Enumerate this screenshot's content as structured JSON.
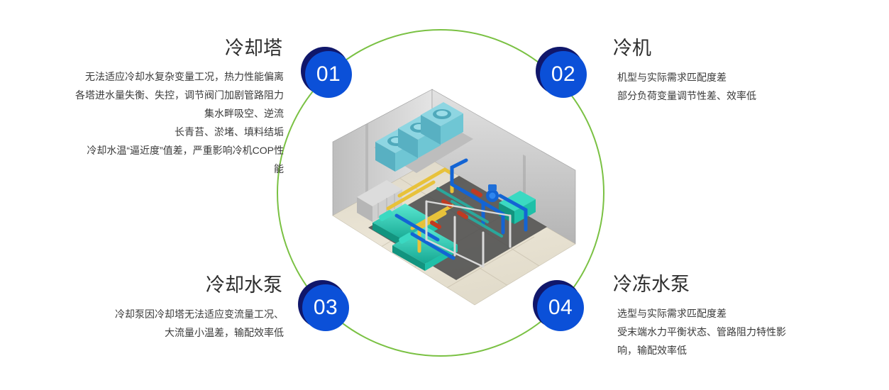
{
  "theme": {
    "ring_color": "#7ac143",
    "badge_fill": "#0b50d8",
    "badge_shadow": "#10176b",
    "badge_text": "#ffffff",
    "title_color": "#2e2e2e",
    "body_color": "#3a3a3a",
    "background": "#ffffff"
  },
  "illustration": {
    "name": "central-machine-room-3d",
    "description": "3D cutaway of a chiller plant room with cooling towers on the roof, chillers, pumps and colored piping",
    "colors": {
      "wall": "#c9c9c9",
      "wall_shade": "#a9a9a9",
      "floor": "#e6e0d2",
      "floor_line": "#cdc5b3",
      "platform": "#4a4a4a",
      "tower": "#6fc6d4",
      "tower_top": "#8ed6e2",
      "pump": "#2fd6bd",
      "pipe_blue": "#1364d4",
      "pipe_yellow": "#e8c23a",
      "pipe_red": "#c03a22",
      "pipe_teal": "#2aa79b",
      "frame": "#d9d9d9"
    }
  },
  "nodes": [
    {
      "id": "01",
      "number": "01",
      "key": "cooling-tower",
      "title": "冷却塔",
      "lines": [
        "无法适应冷却水复杂变量工况，热力性能偏离",
        "各塔进水量失衡、失控，调节阀门加剧管路阻力",
        "集水畔吸空、逆流",
        "长青苔、淤堵、填料结垢",
        "冷却水温“逼近度”值差，严重影响冷机COP性",
        "能"
      ]
    },
    {
      "id": "02",
      "number": "02",
      "key": "chiller",
      "title": "冷机",
      "lines": [
        "机型与实际需求匹配度差",
        "部分负荷变量调节性差、效率低"
      ]
    },
    {
      "id": "03",
      "number": "03",
      "key": "cooling-water-pump",
      "title": "冷却水泵",
      "lines": [
        "冷却泵因冷却塔无法适应变流量工况、",
        "大流量小温差，输配效率低"
      ]
    },
    {
      "id": "04",
      "number": "04",
      "key": "chilled-water-pump",
      "title": "冷冻水泵",
      "lines": [
        "选型与实际需求匹配度差",
        "受末端水力平衡状态、管路阻力特性影",
        "响，输配效率低"
      ]
    }
  ]
}
